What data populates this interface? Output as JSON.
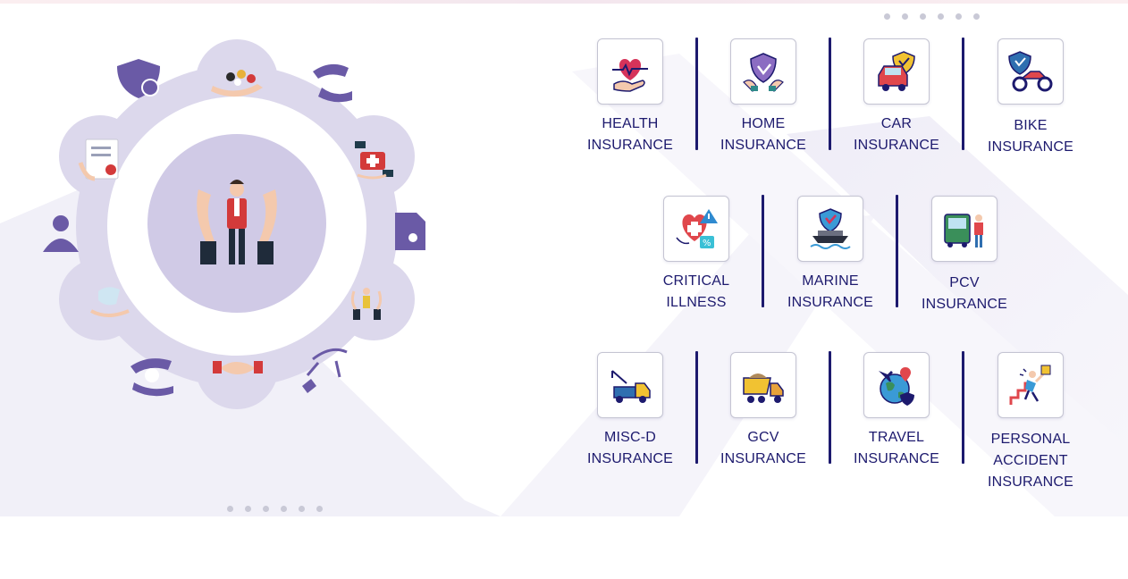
{
  "colors": {
    "navy": "#1d1a6e",
    "purple": "#6a5aa6",
    "lavender": "#d8d4ea",
    "inner_lavender": "#cdc7e5"
  },
  "hero": {
    "ring_icons": [
      "shield-money-icon",
      "hand-coins-icon",
      "hand-pay-icon",
      "medical-kit-icon",
      "certificate-icon",
      "family-care-icon",
      "claim-hands-icon",
      "handshake-icon",
      "hand-plus-icon",
      "hand-drop-icon",
      "agent-icon",
      "document-seal-icon"
    ],
    "center_icon": "protected-person-icon"
  },
  "tiles": [
    {
      "id": "health",
      "icon": "heart-hand-icon",
      "line1": "HEALTH",
      "line2": "INSURANCE"
    },
    {
      "id": "home",
      "icon": "home-shield-icon",
      "line1": "HOME",
      "line2": "INSURANCE"
    },
    {
      "id": "car",
      "icon": "car-shield-icon",
      "line1": "CAR",
      "line2": "INSURANCE"
    },
    {
      "id": "bike",
      "icon": "bike-shield-icon",
      "line1": "BIKE",
      "line2": "INSURANCE"
    },
    {
      "id": "critical",
      "icon": "critical-heart-icon",
      "line1": "CRITICAL",
      "line2": "ILLNESS"
    },
    {
      "id": "marine",
      "icon": "ship-shield-icon",
      "line1": "MARINE",
      "line2": "INSURANCE"
    },
    {
      "id": "pcv",
      "icon": "bus-person-icon",
      "line1": "PCV",
      "line2": "INSURANCE"
    },
    {
      "id": "miscd",
      "icon": "tow-truck-icon",
      "line1": "MISC-D",
      "line2": "INSURANCE"
    },
    {
      "id": "gcv",
      "icon": "dump-truck-icon",
      "line1": "GCV",
      "line2": "INSURANCE"
    },
    {
      "id": "travel",
      "icon": "globe-plane-icon",
      "line1": "TRAVEL",
      "line2": "INSURANCE"
    },
    {
      "id": "personal",
      "icon": "falling-person-icon",
      "line1": "PERSONAL",
      "line2": "ACCIDENT",
      "line3": "INSURANCE"
    }
  ]
}
